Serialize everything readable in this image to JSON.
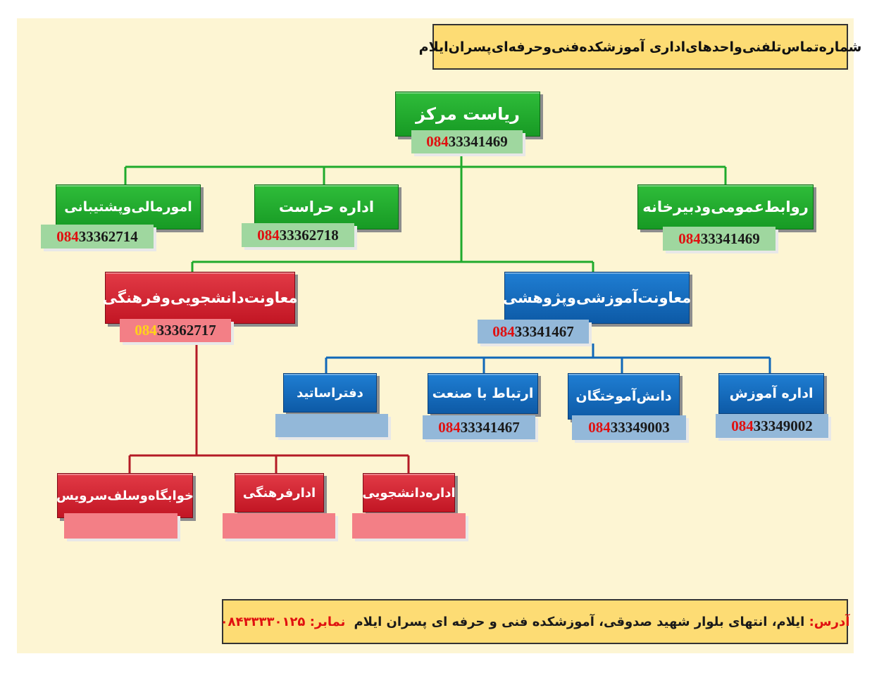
{
  "header": {
    "title": "شماره‌تماس‌تلفنی‌واحدهای‌اداری آموزشکده‌فنی‌و‌حرفه‌ای‌پسران‌ایلام"
  },
  "colors": {
    "green": "#1faa2c",
    "blue": "#1068b8",
    "red": "#cf1f2d",
    "phone_prefix": "#e01010",
    "phone_prefix_alt": "#ffd31a",
    "banner": "#fddc74",
    "background": "#fdf5d3"
  },
  "nodes": {
    "president": {
      "label": "ریاست مرکز",
      "phone_prefix": "084",
      "phone_rest": "33341469"
    },
    "finance": {
      "label": "امورمالی‌وپشتیبانی",
      "phone_prefix": "084",
      "phone_rest": "33362714"
    },
    "security": {
      "label": "اداره حراست",
      "phone_prefix": "084",
      "phone_rest": "33362718"
    },
    "public_relations": {
      "label": "روابط‌عمومی‌ودبیرخانه",
      "phone_prefix": "084",
      "phone_rest": "33341469"
    },
    "student_affairs": {
      "label": "معاونت‌دانشجویی‌وفرهنگی",
      "phone_prefix": "084",
      "phone_rest": "33362717"
    },
    "education_affairs": {
      "label": "معاونت‌آموزشی‌وپژوهشی",
      "phone_prefix": "084",
      "phone_rest": "33341467"
    },
    "faculty_office": {
      "label": "دفتراساتید"
    },
    "industry_relations": {
      "label": "ارتباط با صنعت",
      "phone_prefix": "084",
      "phone_rest": "33341467"
    },
    "alumni": {
      "label": "دانش‌آموختگان",
      "phone_prefix": "084",
      "phone_rest": "33349003"
    },
    "education_office": {
      "label": "اداره آموزش",
      "phone_prefix": "084",
      "phone_rest": "33349002"
    },
    "dorm_food": {
      "label": "خوابگاه‌وسلف‌سرویس"
    },
    "cultural_office": {
      "label": "ادارفرهنگی"
    },
    "student_office": {
      "label": "اداره‌دانشجویی"
    }
  },
  "footer": {
    "address_label": "آدرس:",
    "address_text": "ایلام، انتهای بلوار شهید صدوقی، آموزشکده فنی و حرفه ای پسران ایلام",
    "fax_label": "نمابر:",
    "fax_number": "۰۸۴۳۳۳۳۰۱۲۵"
  }
}
